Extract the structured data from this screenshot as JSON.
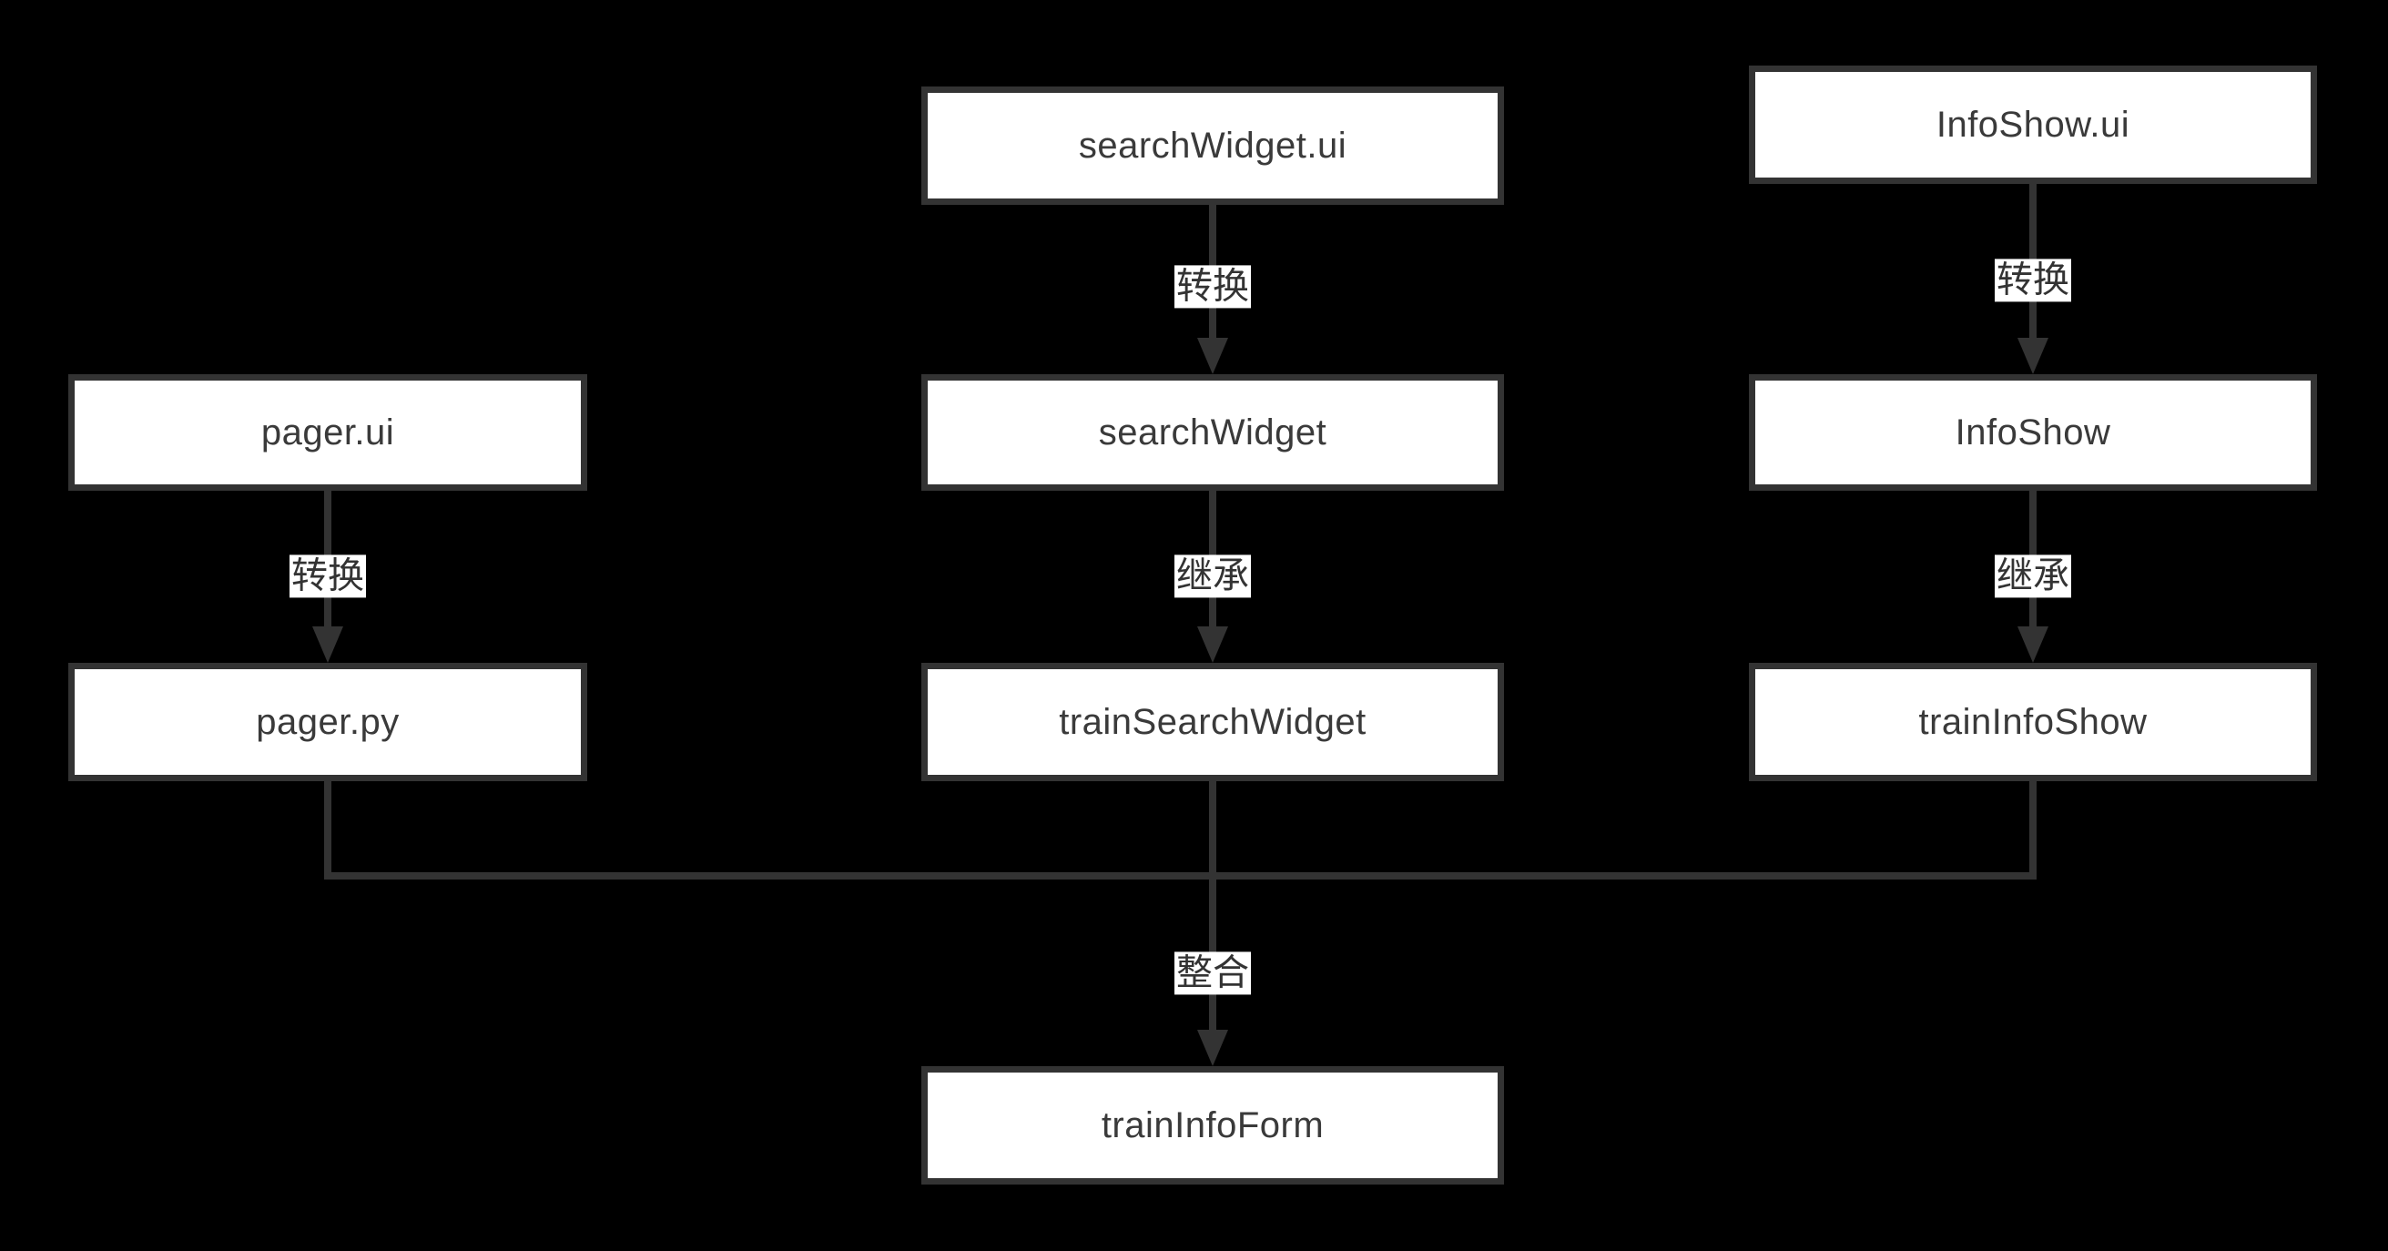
{
  "diagram": {
    "colors": {
      "background": "#000000",
      "stroke": "#333333",
      "node_fill": "#ffffff",
      "node_text": "#3a3a3a",
      "label_bg": "#ffffff",
      "label_text": "#333333"
    },
    "nodes": [
      {
        "id": "searchwidget-ui",
        "label": "searchWidget.ui"
      },
      {
        "id": "infoshow-ui",
        "label": "InfoShow.ui"
      },
      {
        "id": "pager-ui",
        "label": "pager.ui"
      },
      {
        "id": "searchwidget",
        "label": "searchWidget"
      },
      {
        "id": "infoshow",
        "label": "InfoShow"
      },
      {
        "id": "pager-py",
        "label": "pager.py"
      },
      {
        "id": "trainsearchwidget",
        "label": "trainSearchWidget"
      },
      {
        "id": "traininfoshow",
        "label": "trainInfoShow"
      },
      {
        "id": "traininfoform",
        "label": "trainInfoForm"
      }
    ],
    "edges": [
      {
        "from": "searchWidget.ui",
        "to": "searchWidget",
        "label": "转换"
      },
      {
        "from": "InfoShow.ui",
        "to": "InfoShow",
        "label": "转换"
      },
      {
        "from": "pager.ui",
        "to": "pager.py",
        "label": "转换"
      },
      {
        "from": "searchWidget",
        "to": "trainSearchWidget",
        "label": "继承"
      },
      {
        "from": "InfoShow",
        "to": "trainInfoShow",
        "label": "继承"
      },
      {
        "from": [
          "pager.py",
          "trainSearchWidget",
          "trainInfoShow"
        ],
        "to": "trainInfoForm",
        "label": "整合"
      }
    ]
  }
}
